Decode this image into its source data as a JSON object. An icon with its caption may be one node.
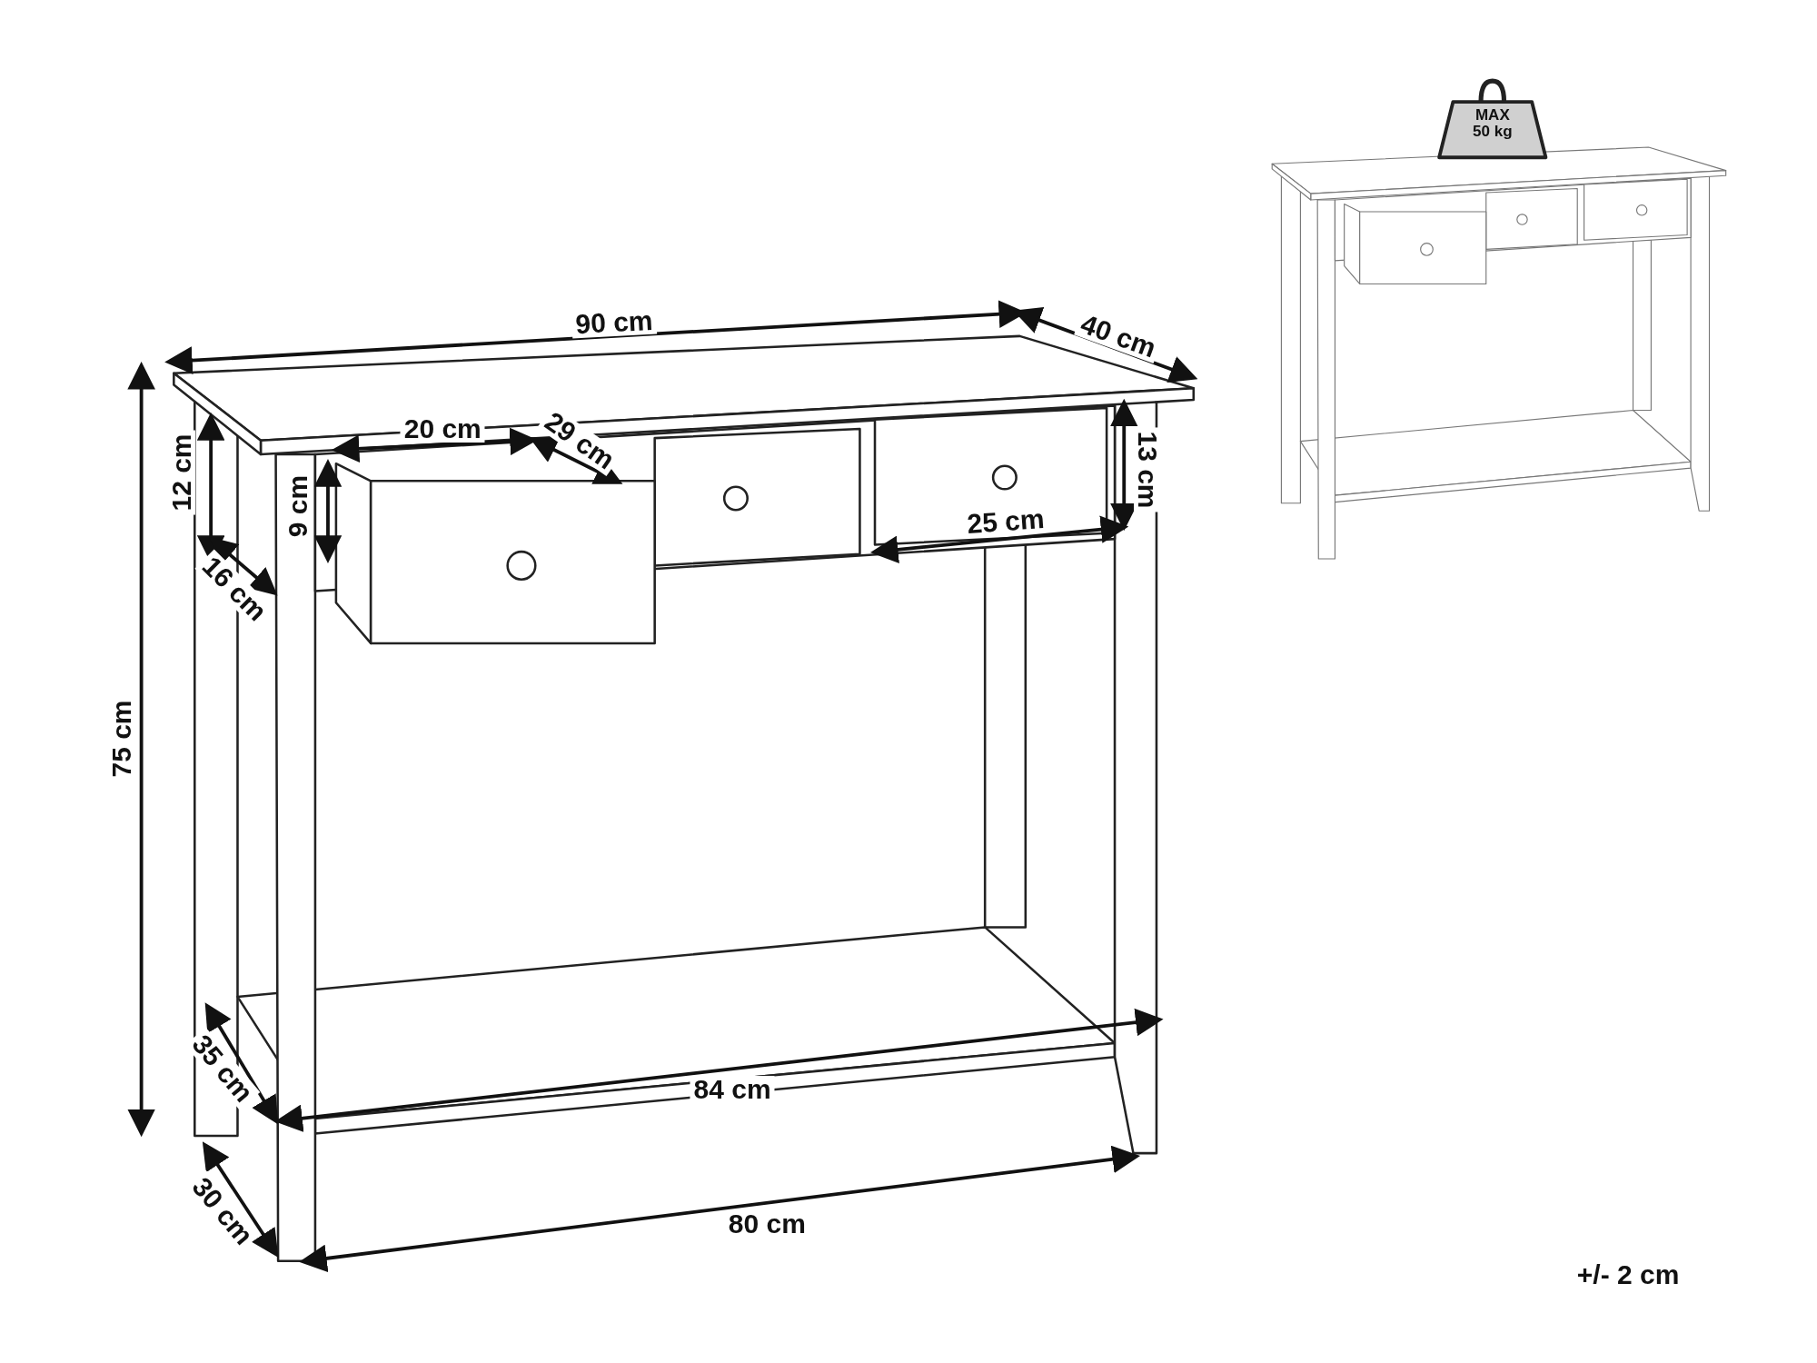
{
  "diagram": {
    "nodes": [
      {
        "text": [
          "MAX 50 kg"
        ]
      }
    ],
    "labels": [
      "90 cm",
      "40 cm",
      "20 cm",
      "29 cm",
      "12 cm",
      "13 cm",
      "9 cm",
      "25 cm",
      "16 cm",
      "75 cm",
      "35 cm",
      "84 cm",
      "30 cm",
      "80 cm",
      "+/- 2 cm"
    ]
  }
}
